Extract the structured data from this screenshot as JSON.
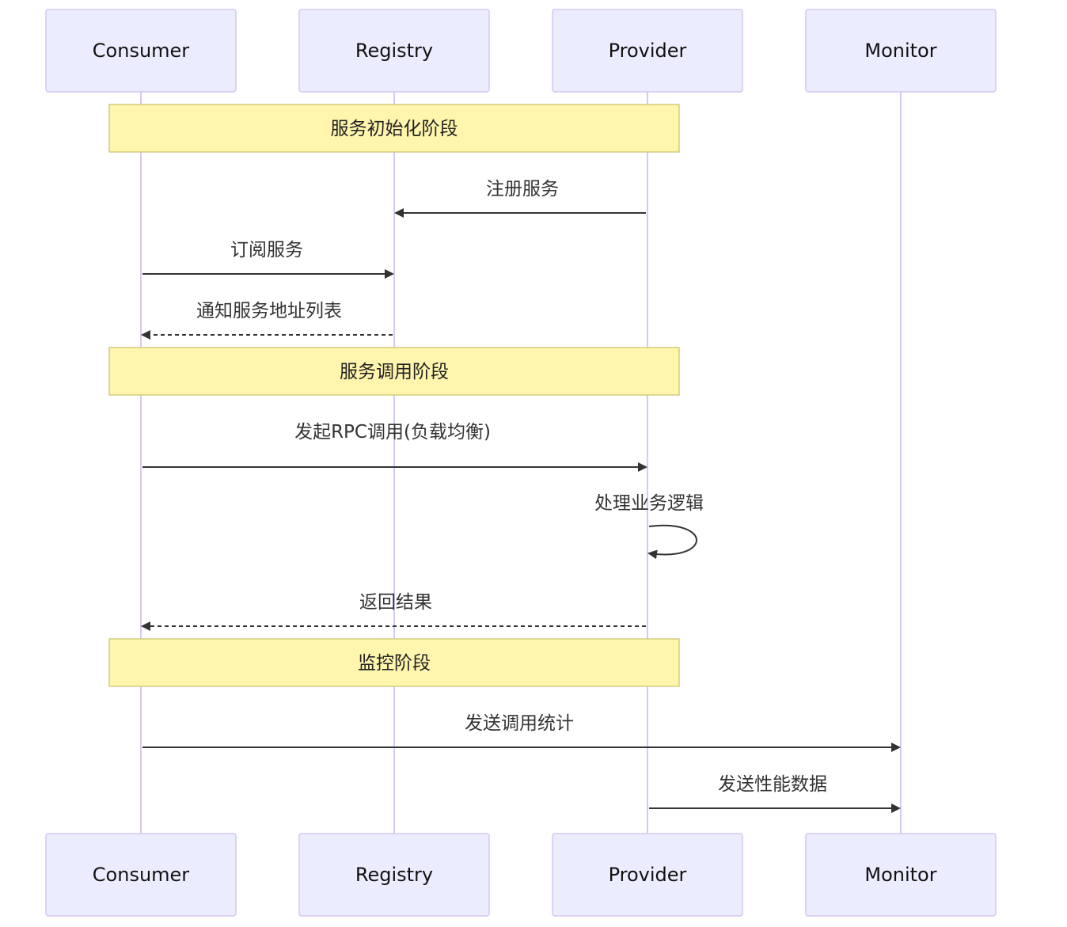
{
  "diagram": {
    "participants": [
      {
        "id": "consumer",
        "label": "Consumer"
      },
      {
        "id": "registry",
        "label": "Registry"
      },
      {
        "id": "provider",
        "label": "Provider"
      },
      {
        "id": "monitor",
        "label": "Monitor"
      }
    ],
    "notes": [
      {
        "label": "服务初始化阶段",
        "over": [
          "consumer",
          "provider"
        ]
      },
      {
        "label": "服务调用阶段",
        "over": [
          "consumer",
          "provider"
        ]
      },
      {
        "label": "监控阶段",
        "over": [
          "consumer",
          "provider"
        ]
      }
    ],
    "messages": [
      {
        "from": "provider",
        "to": "registry",
        "label": "注册服务",
        "style": "solid"
      },
      {
        "from": "consumer",
        "to": "registry",
        "label": "订阅服务",
        "style": "solid"
      },
      {
        "from": "registry",
        "to": "consumer",
        "label": "通知服务地址列表",
        "style": "dashed"
      },
      {
        "from": "consumer",
        "to": "provider",
        "label": "发起RPC调用(负载均衡)",
        "style": "solid"
      },
      {
        "from": "provider",
        "to": "provider",
        "label": "处理业务逻辑",
        "style": "solid"
      },
      {
        "from": "provider",
        "to": "consumer",
        "label": "返回结果",
        "style": "dashed"
      },
      {
        "from": "consumer",
        "to": "monitor",
        "label": "发送调用统计",
        "style": "solid"
      },
      {
        "from": "provider",
        "to": "monitor",
        "label": "发送性能数据",
        "style": "solid"
      }
    ],
    "colors": {
      "actor_fill": "#ececff",
      "actor_border": "#d3c7f2",
      "lifeline": "#d9c8f5",
      "note_fill": "#fff5ad",
      "note_border": "#c8c06a",
      "arrow": "#333333"
    }
  }
}
